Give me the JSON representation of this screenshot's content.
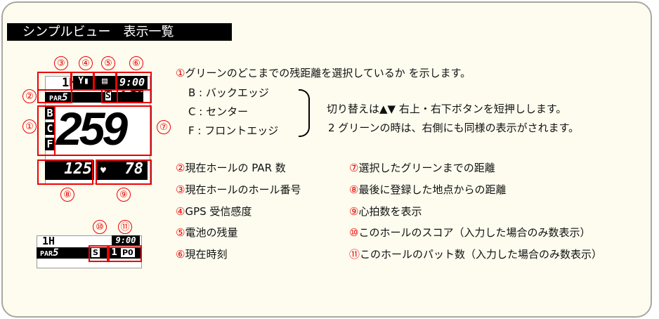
{
  "title": "シンプルビュー　表示一覧",
  "device": {
    "hole": "1H",
    "time": "9:00",
    "par_label": "PAR",
    "par": "5",
    "score": "S",
    "putt_hole": "1",
    "putt": "P0",
    "edges": [
      "B",
      "C",
      "F"
    ],
    "distance": "259",
    "last_dist": "125",
    "heart": "78"
  },
  "markers": [
    "①",
    "②",
    "③",
    "④",
    "⑤",
    "⑥",
    "⑦",
    "⑧",
    "⑨",
    "⑩",
    "⑪"
  ],
  "desc": {
    "line1_num": "①",
    "line1": "グリーンのどこまでの残距離を選択しているか を示します。",
    "edges": [
      "B : バックエッジ",
      "C : センター",
      "F : フロントエッジ"
    ],
    "switch1": "切り替えは▲▼ 右上・右下ボタンを短押しします。",
    "switch2": "2 グリーンの時は、右側にも同様の表示がされます。"
  },
  "legend_left": [
    {
      "num": "②",
      "text": "現在ホールの PAR 数"
    },
    {
      "num": "③",
      "text": "現在ホールのホール番号"
    },
    {
      "num": "④",
      "text": "GPS 受信感度"
    },
    {
      "num": "⑤",
      "text": "電池の残量"
    },
    {
      "num": "⑥",
      "text": "現在時刻"
    }
  ],
  "legend_right": [
    {
      "num": "⑦",
      "text": "選択したグリーンまでの距離"
    },
    {
      "num": "⑧",
      "text": "最後に登録した地点からの距離"
    },
    {
      "num": "⑨",
      "text": "心拍数を表示"
    },
    {
      "num": "⑩",
      "text": "このホールのスコア（入力した場合のみ数表示）"
    },
    {
      "num": "⑪",
      "text": "このホールのパット数（入力した場合のみ数表示）"
    }
  ]
}
